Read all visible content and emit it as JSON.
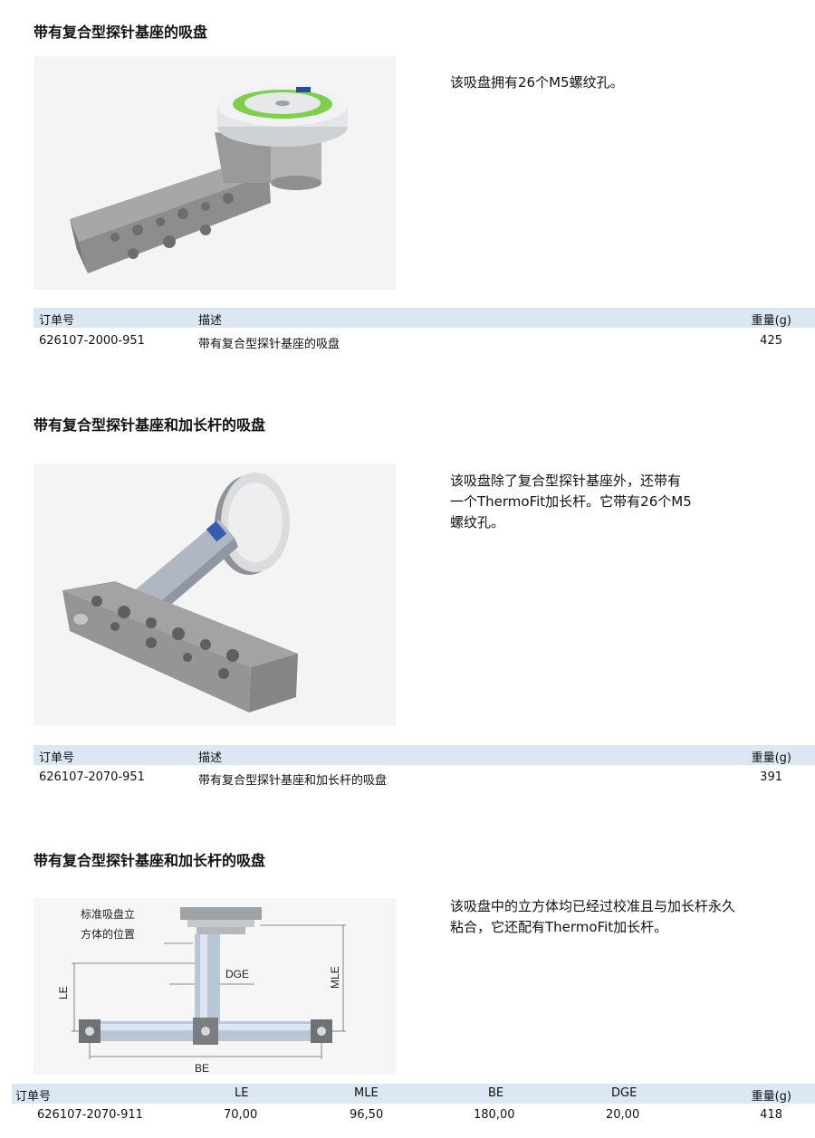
{
  "sections": [
    {
      "title": "带有复合型探针基座的吸盘",
      "description": "该吸盘拥有26个M5螺纹孔。",
      "table": {
        "headers": [
          "订单号",
          "描述",
          "重量(g)"
        ],
        "rows": [
          [
            "626107-2000-951",
            "带有复合型探针基座的吸盘",
            "425"
          ]
        ]
      }
    },
    {
      "title": "带有复合型探针基座和加长杆的吸盘",
      "description_lines": [
        "该吸盘除了复合型探针基座外，还带有",
        "一个ThermoFit加长杆。它带有26个M5",
        "螺纹孔。"
      ],
      "table": {
        "headers": [
          "订单号",
          "描述",
          "重量(g)"
        ],
        "rows": [
          [
            "626107-2070-951",
            "带有复合型探针基座和加长杆的吸盘",
            "391"
          ]
        ]
      }
    },
    {
      "title": "带有复合型探针基座和加长杆的吸盘",
      "description_lines": [
        "该吸盘中的立方体均已经过校准且与加长杆永久",
        "粘合，它还配有ThermoFit加长杆。"
      ],
      "figure_labels": {
        "cube_pos_line1": "标准吸盘立",
        "cube_pos_line2": "方体的位置",
        "le": "LE",
        "mle": "MLE",
        "dge": "DGE",
        "be": "BE"
      },
      "table": {
        "headers": [
          "订单号",
          "LE",
          "MLE",
          "BE",
          "DGE",
          "重量(g)"
        ],
        "rows": [
          [
            "626107-2070-911",
            "70,00",
            "96,50",
            "180,00",
            "20,00",
            "418"
          ]
        ]
      }
    }
  ],
  "colors": {
    "table_header_bg": "#dbe7f3",
    "ring_green": "#7ed04b",
    "metal": "#a9adb1"
  }
}
